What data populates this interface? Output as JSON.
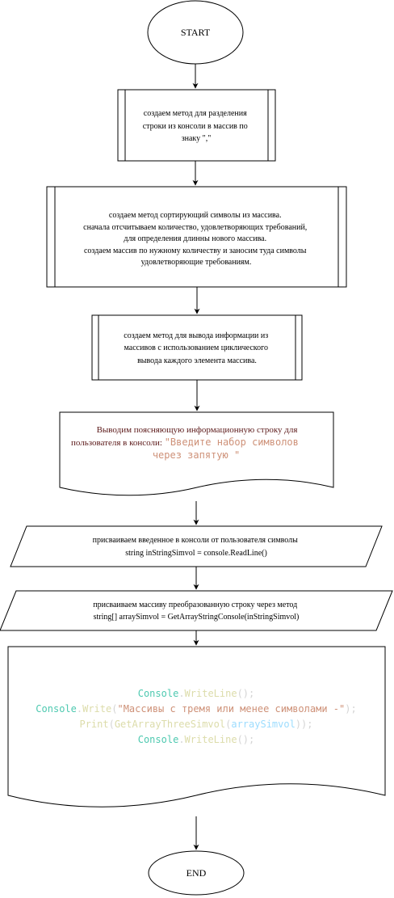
{
  "start": {
    "label": "START"
  },
  "end": {
    "label": "END"
  },
  "step1": {
    "lines": [
      "создаем метод для разделения",
      "строки из консоли в массив по",
      "знаку \",\""
    ]
  },
  "step2": {
    "lines": [
      "создаем метод сортирующий символы из массива.",
      "сначала отсчитываем количество, удовлетворяющих требований,",
      "для определения длинны нового массива.",
      "создаем массив по нужному количеству и заносим туда символы",
      "удовлетворяющие требованиям."
    ]
  },
  "step3": {
    "lines": [
      "создаем метод для вывода информации из",
      "массивов с использованием циклического",
      "вывода каждого элемента массива."
    ]
  },
  "step4": {
    "line1": "Выводим поясняющую информационную строку для",
    "line2_prefix": "пользователя в консоли: ",
    "string_part1": "\"Введите набор символов",
    "string_part2": "через запятую \""
  },
  "step5": {
    "lines": [
      "присваиваем введенное в консоли от пользователя символы",
      "string inStringSimvol = console.ReadLine()"
    ]
  },
  "step6": {
    "lines": [
      "присваиваем массиву преобразованную строку через метод",
      "string[] arraySimvol = GetArrayStringConsole(inStringSimvol)"
    ]
  },
  "step7": {
    "code": {
      "l1_class": "Console",
      "l1_dot": ".",
      "l1_method": "WriteLine",
      "l1_rest": "();",
      "l2_class": "Console",
      "l2_dot": ".",
      "l2_method": "Write",
      "l2_open": "(",
      "l2_string": "\"Массивы с тремя или менее символами -\"",
      "l2_rest": ");",
      "l3_print": "Print",
      "l3_open": "(",
      "l3_method": "GetArrayThreeSimvol",
      "l3_open2": "(",
      "l3_var": "arraySimvol",
      "l3_rest": "));",
      "l4_class": "Console",
      "l4_dot": ".",
      "l4_method": "WriteLine",
      "l4_rest": "();"
    }
  },
  "colors": {
    "stroke": "#000000",
    "text": "#000000",
    "code_class": "#4ec9b0",
    "code_method": "#dcdcaa",
    "code_string": "#ce9178",
    "code_var": "#9cdcfe",
    "code_punct": "#d4d4d4",
    "title_text": "#5c1a1a"
  }
}
